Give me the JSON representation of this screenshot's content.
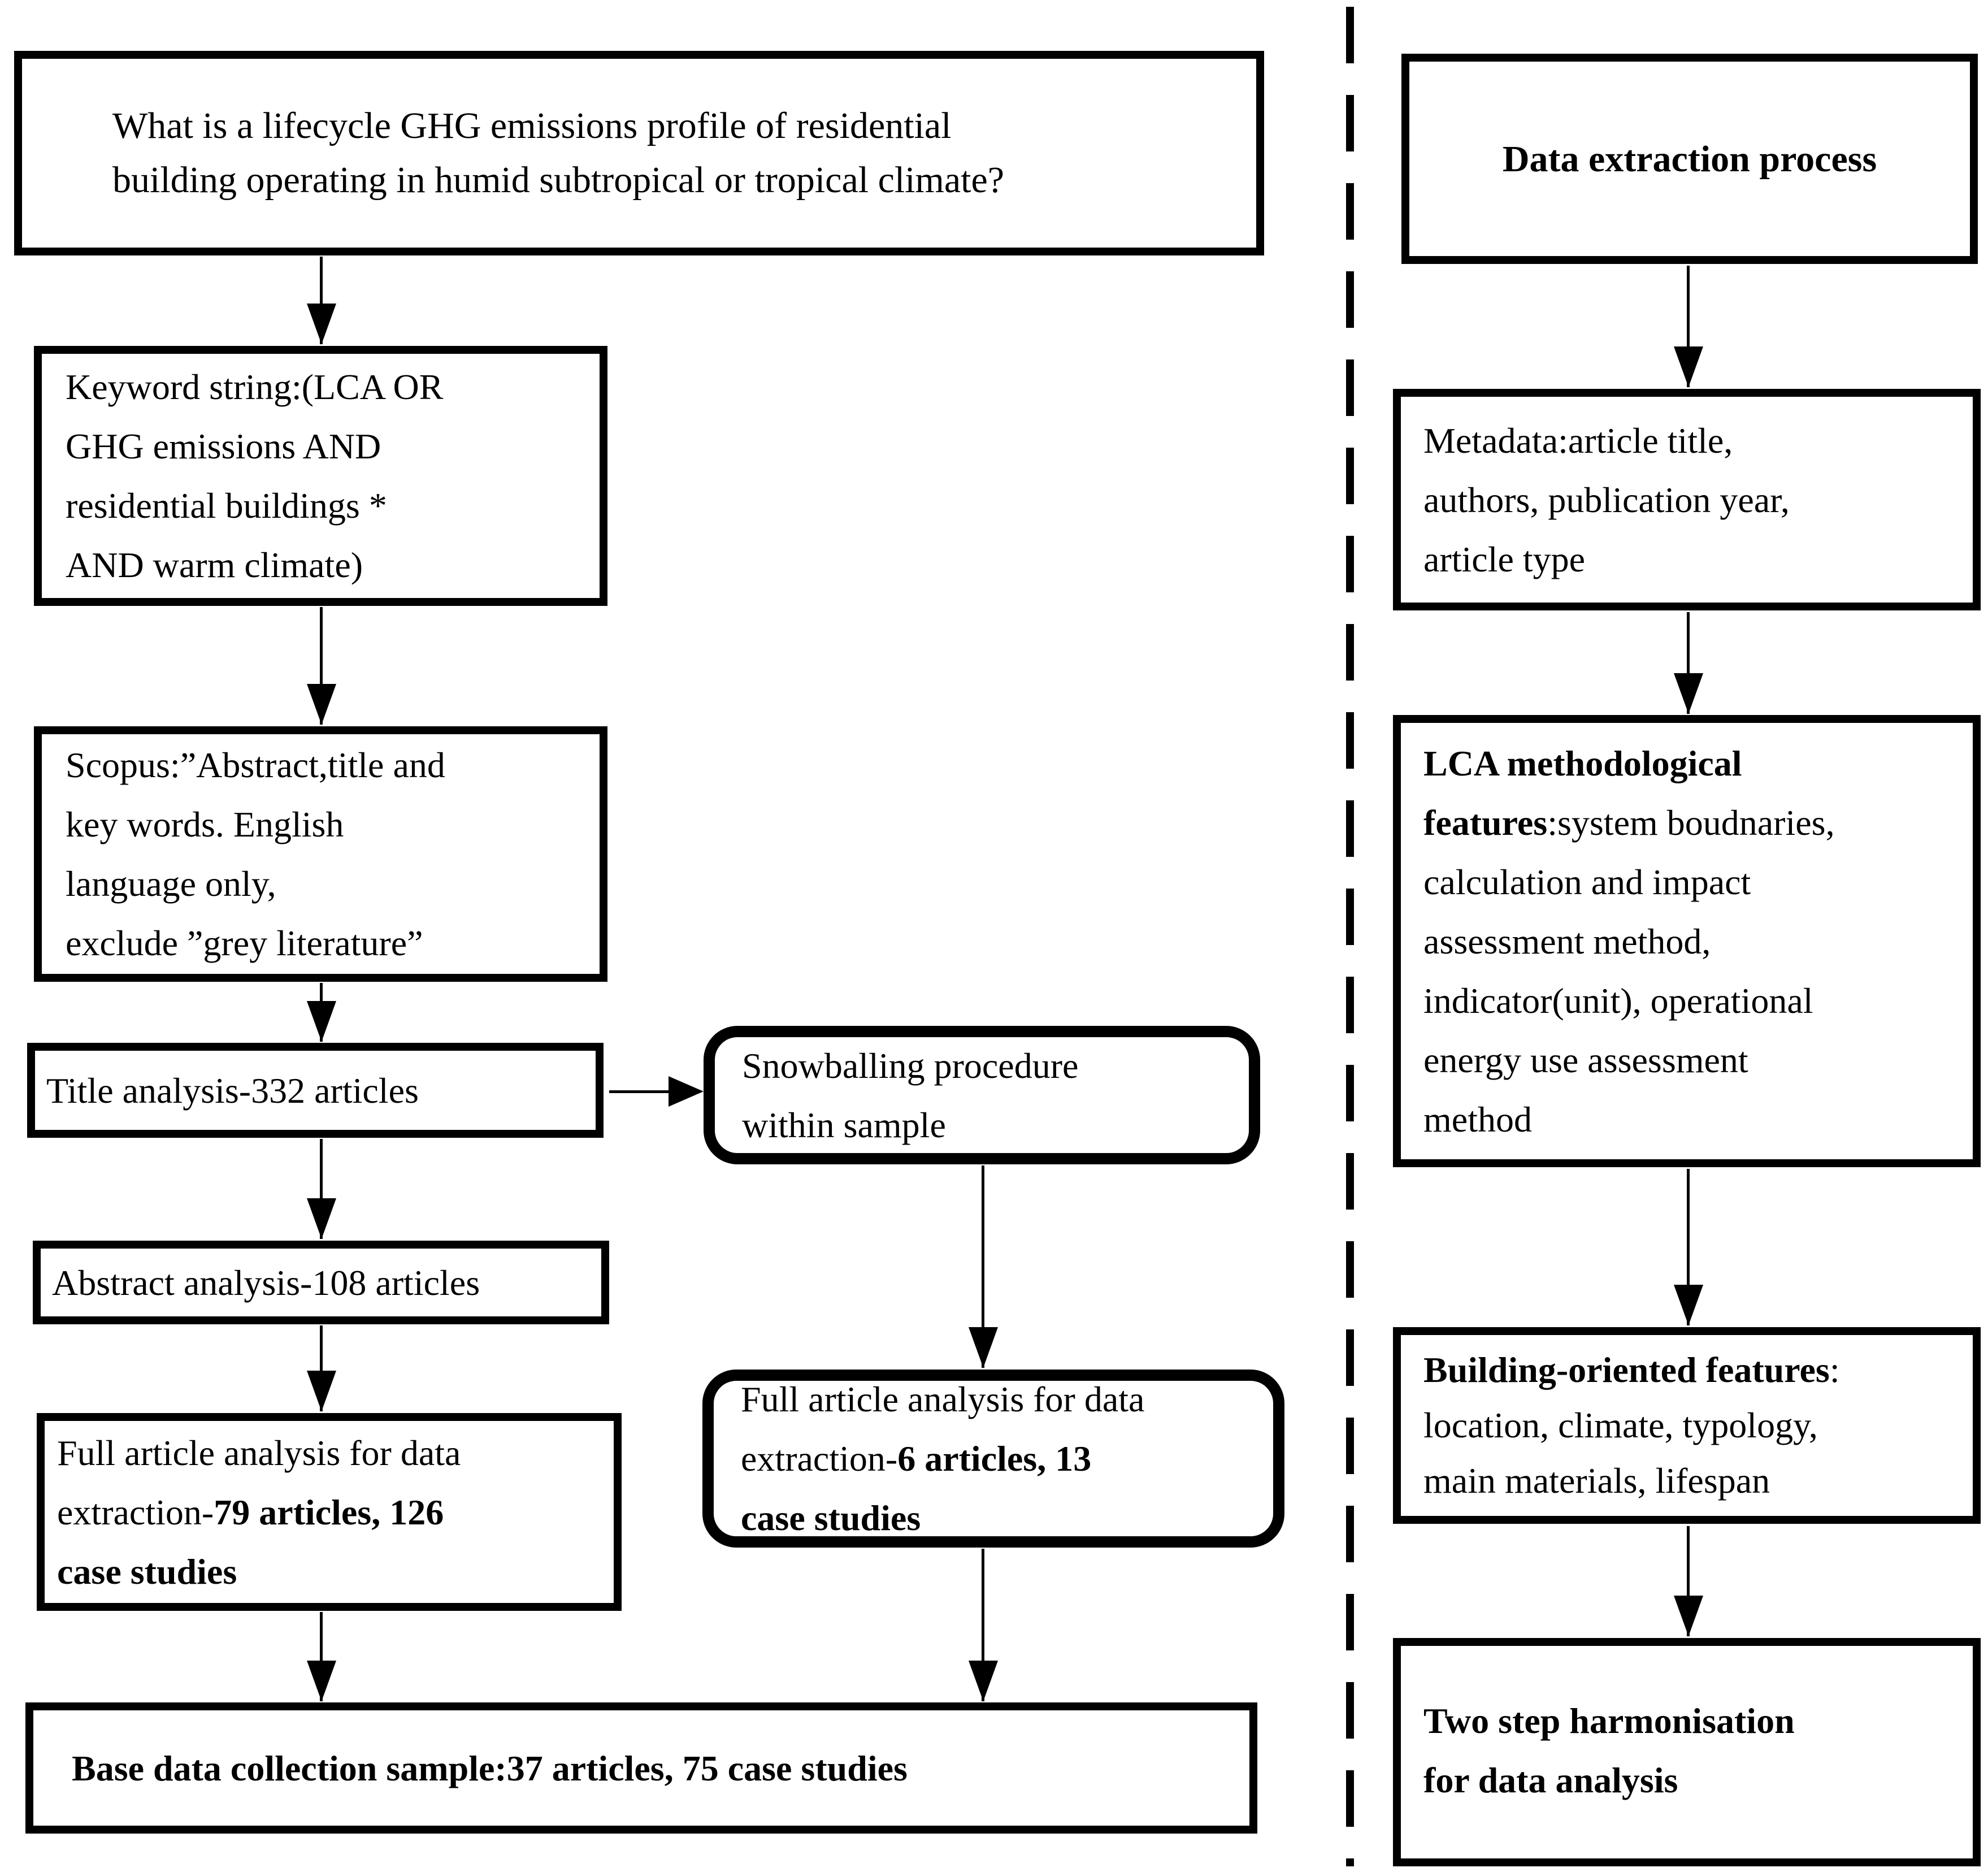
{
  "colors": {
    "ink": "#000000",
    "background": "#ffffff"
  },
  "diagram": {
    "left": {
      "question": "What is a lifecycle GHG emissions profile of residential\nbuilding operating in humid subtropical or tropical climate?",
      "keyword": "Keyword string:(LCA OR\nGHG emissions AND\nresidential buildings *\nAND warm climate)",
      "scopus": "Scopus:”Abstract,title and\nkey words. English\nlanguage only,\nexclude ”grey literature”",
      "title_analysis": "Title analysis-332 articles",
      "abstract_analysis": "Abstract analysis-108 articles",
      "full_article_normal": "Full article analysis for data\nextraction-",
      "full_article_bold": "79 articles, 126\ncase studies",
      "base_sample": "Base data collection sample:37 articles, 75 case studies"
    },
    "middle": {
      "snowballing": "Snowballing procedure\nwithin sample",
      "snowball_full_normal": "Full article analysis for data\nextraction-",
      "snowball_full_bold": "6 articles, 13\ncase studies"
    },
    "right": {
      "header": "Data extraction process",
      "metadata": "Metadata:article title,\nauthors, publication year,\narticle type",
      "lca_bold": "LCA methodological\nfeatures",
      "lca_normal": ":system boudnaries,\ncalculation and impact\nassessment method,\nindicator(unit), operational\nenergy use assessment\nmethod",
      "building_bold": "Building-oriented features",
      "building_normal": ":\nlocation, climate, typology,\nmain materials, lifespan",
      "harmonisation": "Two step harmonisation\nfor data analysis"
    }
  }
}
